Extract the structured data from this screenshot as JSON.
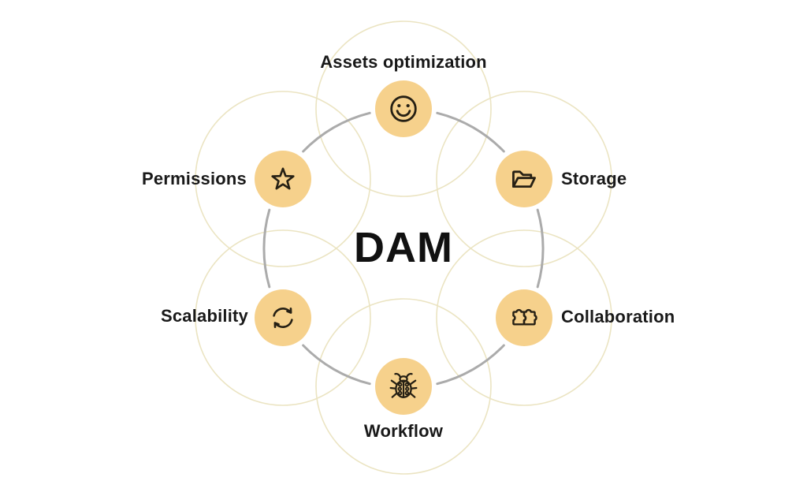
{
  "title": "DAM",
  "nodes": [
    {
      "id": "assets-optimization",
      "label": "Assets optimization",
      "icon": "smiley-icon"
    },
    {
      "id": "storage",
      "label": "Storage",
      "icon": "open-folder-icon"
    },
    {
      "id": "collaboration",
      "label": "Collaboration",
      "icon": "puzzle-icon"
    },
    {
      "id": "workflow",
      "label": "Workflow",
      "icon": "bug-icon"
    },
    {
      "id": "scalability",
      "label": "Scalability",
      "icon": "sync-arrows-icon"
    },
    {
      "id": "permissions",
      "label": "Permissions",
      "icon": "star-icon"
    }
  ],
  "colors": {
    "background": "#ffffff",
    "node_fill": "#F6D18C",
    "icon_stroke": "#262014",
    "connector": "#ABABAB",
    "halo": "#EBE4C2",
    "text": "#191919"
  }
}
